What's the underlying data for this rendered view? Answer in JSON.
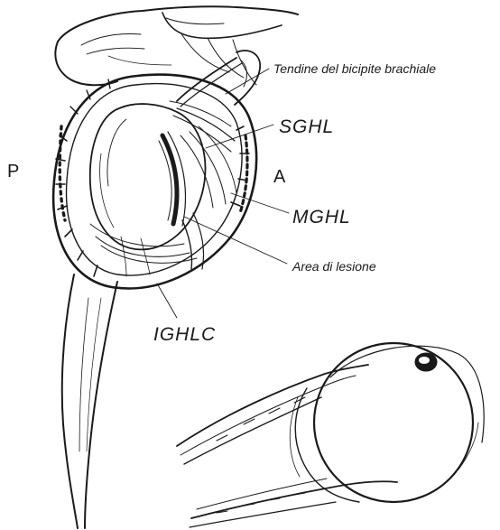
{
  "labels": {
    "tendon": "Tendine del bicipite brachiale",
    "sghl": "SGHL",
    "mghl": "MGHL",
    "lesion_area": "Area di lesione",
    "ighlc": "IGHLC",
    "posterior": "P",
    "anterior": "A"
  },
  "colors": {
    "ink": "#1a1a1a",
    "background": "#ffffff"
  }
}
